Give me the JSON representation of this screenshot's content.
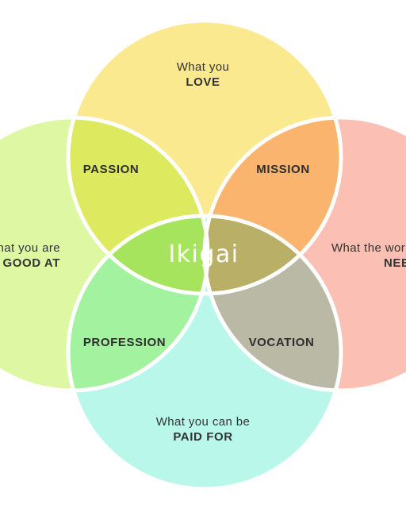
{
  "circles": {
    "love": {
      "line1": "What you",
      "line2": "LOVE"
    },
    "good": {
      "line1": "What you are",
      "line2": "GOOD AT"
    },
    "need": {
      "line1": "What the world",
      "line2": "NEEDS"
    },
    "paid": {
      "line1": "What you can be",
      "line2": "PAID FOR"
    }
  },
  "overlaps": {
    "passion": "PASSION",
    "mission": "MISSION",
    "profession": "PROFESSION",
    "vocation": "VOCATION"
  },
  "center": "Ikigai",
  "colors": {
    "love": "#fbe98f",
    "good": "#def7a2",
    "need": "#fbbfb3",
    "paid": "#b9f7ea",
    "passion": "#dde95e",
    "mission": "#fbb46d",
    "profession": "#a3f2a0",
    "vocation": "#b9b9a6",
    "love_good_need": "#dfae48",
    "love_good_paid": "#a5e45c",
    "love_need_paid": "#b9af66",
    "good_need_paid": "#9caf6e",
    "ikigai": "#9ea63d",
    "stroke": "#ffffff"
  }
}
